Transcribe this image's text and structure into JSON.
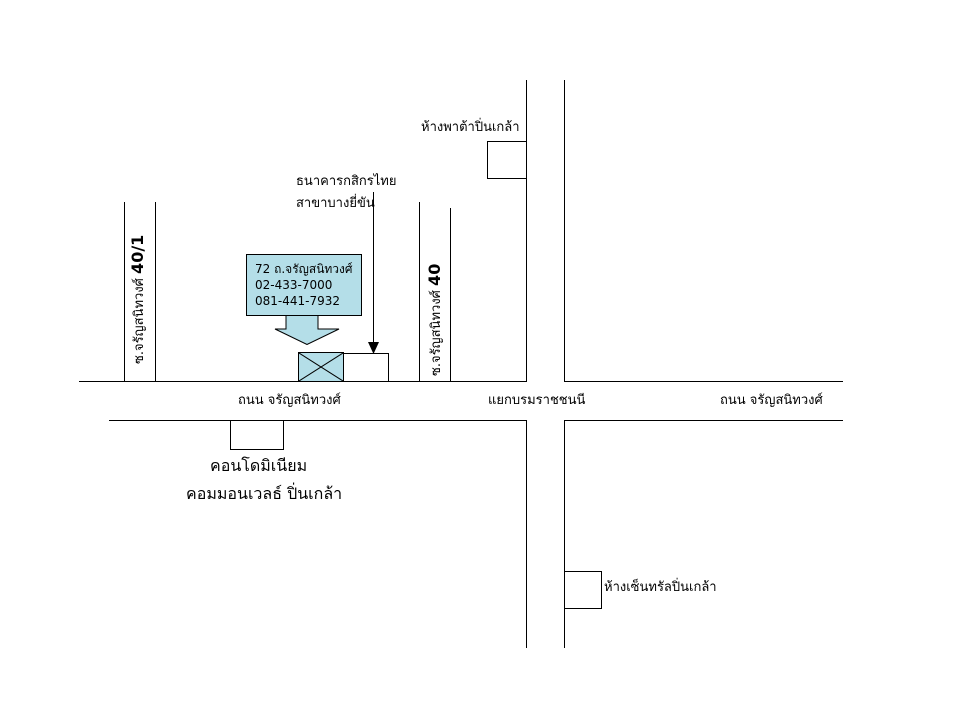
{
  "labels": {
    "store_pata": "ห้างพาต้าปิ่นเกล้า",
    "bank_line1": "ธนาคารกสิกรไทย",
    "bank_line2": "สาขาบางยี่ขัน",
    "soi_40_1_text": "ซ.จรัญสนิทวงศ์ ",
    "soi_40_1_num": "40/1",
    "soi_40_text": "ซ.จรัญสนิทวงศ์ ",
    "soi_40_num": "40",
    "road_left": "ถนน จรัญสนิทวงศ์",
    "intersection": "แยกบรมราชชนนี",
    "road_right": "ถนน จรัญสนิทวงศ์",
    "condo_line1": "คอนโดมิเนียม",
    "condo_line2": "คอมมอนเวลธ์ ปิ่นเกล้า",
    "store_central": "ห้างเซ็นทรัลปิ่นเกล้า"
  },
  "callout": {
    "address": "72 ถ.จรัญสนิทวงศ์",
    "phone1": "02-433-7000",
    "phone2": "081-441-7932",
    "fill_color": "#b4dee8"
  },
  "icons": {
    "pointer_arrow": "down-arrow-icon",
    "location_marker": "x-box-icon"
  }
}
